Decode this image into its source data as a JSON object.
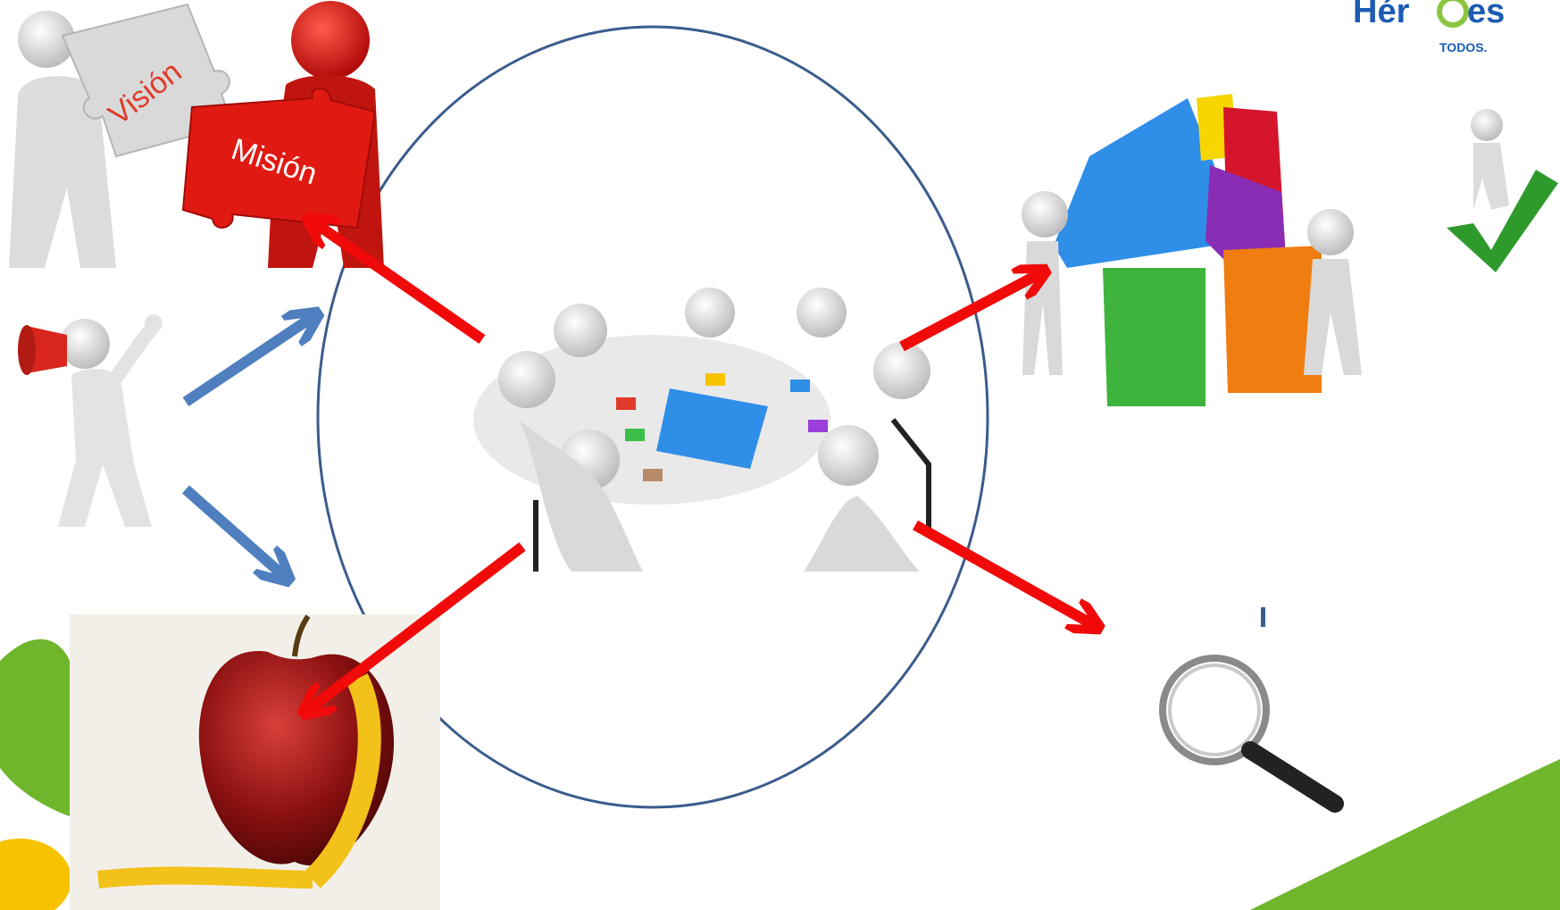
{
  "slide": {
    "vision_label": "Visión",
    "mission_label": "Misión",
    "logo_main": "Hér🔄es",
    "logo_sub": "TODOS."
  },
  "colors": {
    "circle": "#3a5c8c",
    "red_arrow": "#f00a0a",
    "blue_arrow": "#4f7fbf",
    "green_accent": "#6fb62d",
    "yellow_accent": "#f7c300",
    "logo_blue": "#1c5cb3",
    "logo_green": "#8cc63f"
  },
  "icons": [
    "vision-mission-puzzle-figures",
    "megaphone-figure",
    "apple-measuring-tape",
    "team-puzzle-table",
    "puzzle-house-figures",
    "magnifying-glass",
    "checkmark-figure",
    "heroes-logo"
  ]
}
